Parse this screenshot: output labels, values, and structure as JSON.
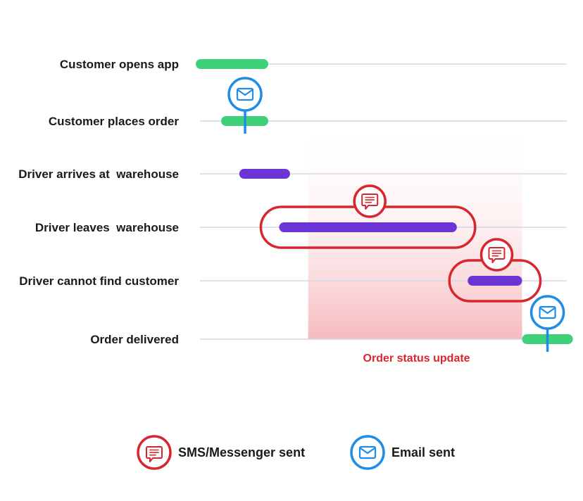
{
  "colors": {
    "green": "#3dd17a",
    "purple": "#6a35d4",
    "sms_red": "#d7262e",
    "email_blue": "#1f8ce6",
    "gridline": "#d6d6e6",
    "zone_fill": "#f6b7bc"
  },
  "rows": [
    {
      "label": "Customer opens app"
    },
    {
      "label": "Customer places order"
    },
    {
      "label": "Driver arrives at  warehouse"
    },
    {
      "label": "Driver leaves  warehouse"
    },
    {
      "label": "Driver cannot find customer"
    },
    {
      "label": "Order delivered"
    }
  ],
  "bars": [
    {
      "row": 0,
      "start": 0,
      "end": 1.0,
      "color": "green"
    },
    {
      "row": 1,
      "start": 0.35,
      "end": 1.0,
      "color": "green"
    },
    {
      "row": 2,
      "start": 0.6,
      "end": 1.3,
      "color": "purple"
    },
    {
      "row": 3,
      "start": 1.15,
      "end": 3.6,
      "color": "purple"
    },
    {
      "row": 4,
      "start": 3.75,
      "end": 4.5,
      "color": "purple"
    },
    {
      "row": 5,
      "start": 4.5,
      "end": 5.2,
      "color": "green"
    }
  ],
  "markers": [
    {
      "type": "email",
      "row": 1,
      "at": 0.68,
      "icon": "email-icon"
    },
    {
      "type": "sms",
      "row": 3,
      "at": 2.4,
      "icon": "sms-icon"
    },
    {
      "type": "sms",
      "row": 4,
      "at": 4.15,
      "icon": "sms-icon"
    },
    {
      "type": "email",
      "row": 5,
      "at": 4.85,
      "icon": "email-icon"
    }
  ],
  "zone": {
    "start": 1.55,
    "end": 4.5,
    "label": "Order status update"
  },
  "legend": [
    {
      "type": "sms",
      "label": "SMS/Messenger sent",
      "icon": "sms-icon"
    },
    {
      "type": "email",
      "label": "Email sent",
      "icon": "email-icon"
    }
  ]
}
